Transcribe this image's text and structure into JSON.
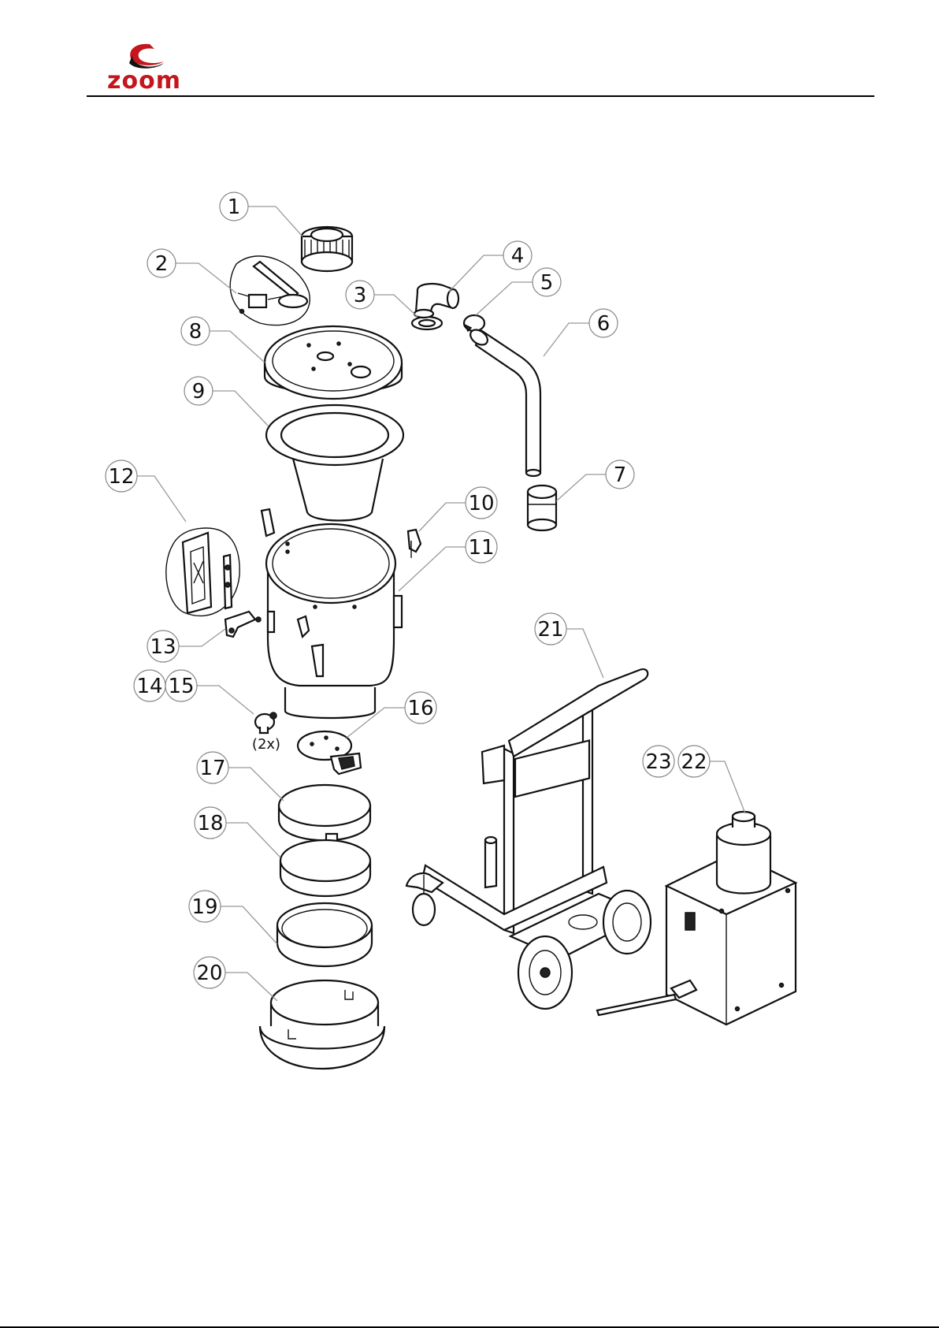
{
  "header": {
    "logo_text": "zoom",
    "brand_color": "#c4161c"
  },
  "callouts": [
    {
      "label": "1"
    },
    {
      "label": "2"
    },
    {
      "label": "3"
    },
    {
      "label": "4"
    },
    {
      "label": "5"
    },
    {
      "label": "6"
    },
    {
      "label": "7"
    },
    {
      "label": "8"
    },
    {
      "label": "9"
    },
    {
      "label": "10"
    },
    {
      "label": "11"
    },
    {
      "label": "12"
    },
    {
      "label": "13"
    },
    {
      "label": "14"
    },
    {
      "label": "15"
    },
    {
      "label": "16"
    },
    {
      "label": "17"
    },
    {
      "label": "18"
    },
    {
      "label": "19"
    },
    {
      "label": "20"
    },
    {
      "label": "21"
    },
    {
      "label": "22"
    },
    {
      "label": "23"
    }
  ],
  "notes": {
    "quantity_note": "(2x)"
  }
}
